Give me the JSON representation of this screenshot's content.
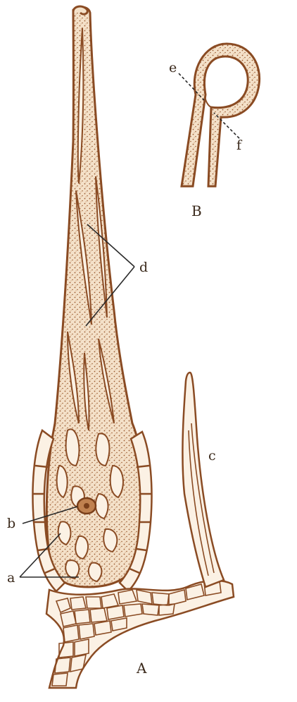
{
  "figure": {
    "labels": {
      "a": "a",
      "b": "b",
      "c": "c",
      "d": "d",
      "e": "e",
      "f": "f",
      "A": "A",
      "B": "B"
    }
  },
  "colors": {
    "outline": "#8a4b23",
    "fill": "#f2dcc3",
    "stipple": "#9a5a30",
    "cell_wall": "#8a4b23",
    "label_ink": "#3b2a1c",
    "leader_line": "#2a2a2a",
    "background": "#ffffff"
  }
}
